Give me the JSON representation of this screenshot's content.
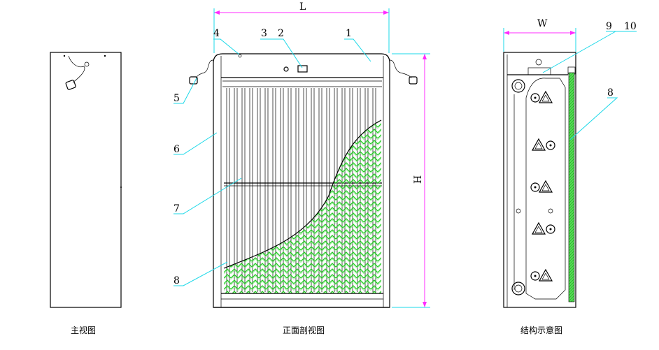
{
  "dimensions": {
    "length": "L",
    "width": "W",
    "height": "H"
  },
  "front_view_callouts": [
    "1",
    "2",
    "3",
    "4",
    "5",
    "6",
    "7",
    "8"
  ],
  "side_view_callouts": [
    "9",
    "10",
    "8"
  ],
  "captions": {
    "main_view": "主视图",
    "front_section_view": "正面剖视图",
    "structure_view": "结构示意图"
  },
  "colors": {
    "leader": "#19d8e8",
    "dimension": "#ff2bff",
    "media": "#22cc22"
  }
}
